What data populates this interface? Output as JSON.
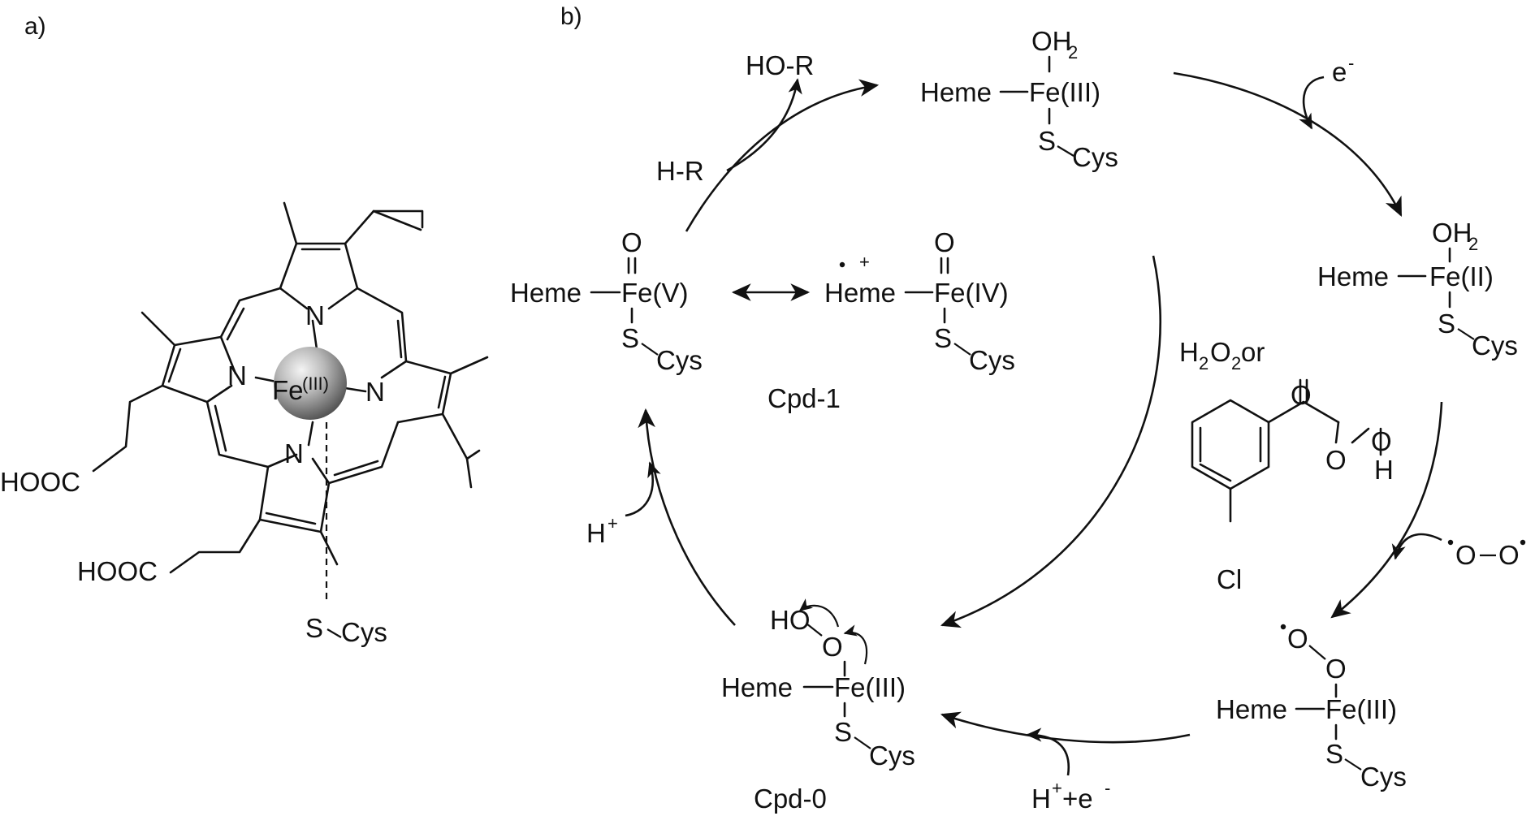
{
  "panels": {
    "a": "a)",
    "b": "b)"
  },
  "porphyrin": {
    "metal": "Fe",
    "metal_ox": "(III)",
    "n_atom": "N",
    "acid1": "HOOC",
    "acid2": "HOOC",
    "axial": "S",
    "axial_cys": "Cys"
  },
  "species": {
    "resting": {
      "top": "OH",
      "top_sub": "2",
      "left": "Heme",
      "metal": "Fe(III)",
      "bottom": "S",
      "cys": "Cys"
    },
    "ferrous": {
      "top": "OH",
      "top_sub": "2",
      "left": "Heme",
      "metal": "Fe(II)",
      "bottom": "S",
      "cys": "Cys"
    },
    "oxy": {
      "o1": "O",
      "o2": "O",
      "left": "Heme",
      "metal": "Fe(III)",
      "bottom": "S",
      "cys": "Cys"
    },
    "cpd0": {
      "ho": "HO",
      "o": "O",
      "left": "Heme",
      "metal": "Fe(III)",
      "bottom": "S",
      "cys": "Cys",
      "name": "Cpd-0"
    },
    "cpd1_a": {
      "top": "O",
      "left": "Heme",
      "metal": "Fe(V)",
      "bottom": "S",
      "cys": "Cys"
    },
    "cpd1_b": {
      "top": "O",
      "left": "Heme",
      "metal": "Fe(IV)",
      "bottom": "S",
      "cys": "Cys",
      "radical": "+"
    },
    "cpd1_name": "Cpd-1"
  },
  "reagents": {
    "electron": "e",
    "electron_sup": "-",
    "dioxygen_o1": "O",
    "dioxygen_o2": "O",
    "proton_electron": "H",
    "proton_electron_sup1": "+",
    "proton_electron_mid": "+e",
    "proton_electron_sup2": "-",
    "proton": "H",
    "proton_sup": "+",
    "substrate": "H-R",
    "product": "HO-R",
    "shunt_h2o2_a": "H",
    "shunt_h2o2_sub1": "2",
    "shunt_h2o2_b": "O",
    "shunt_h2o2_sub2": "2",
    "shunt_or": " or",
    "mcpba_o_carbonyl": "O",
    "mcpba_o_peroxy": "O",
    "mcpba_o_hydroxy": "O",
    "mcpba_h": "H",
    "mcpba_cl": "Cl"
  }
}
